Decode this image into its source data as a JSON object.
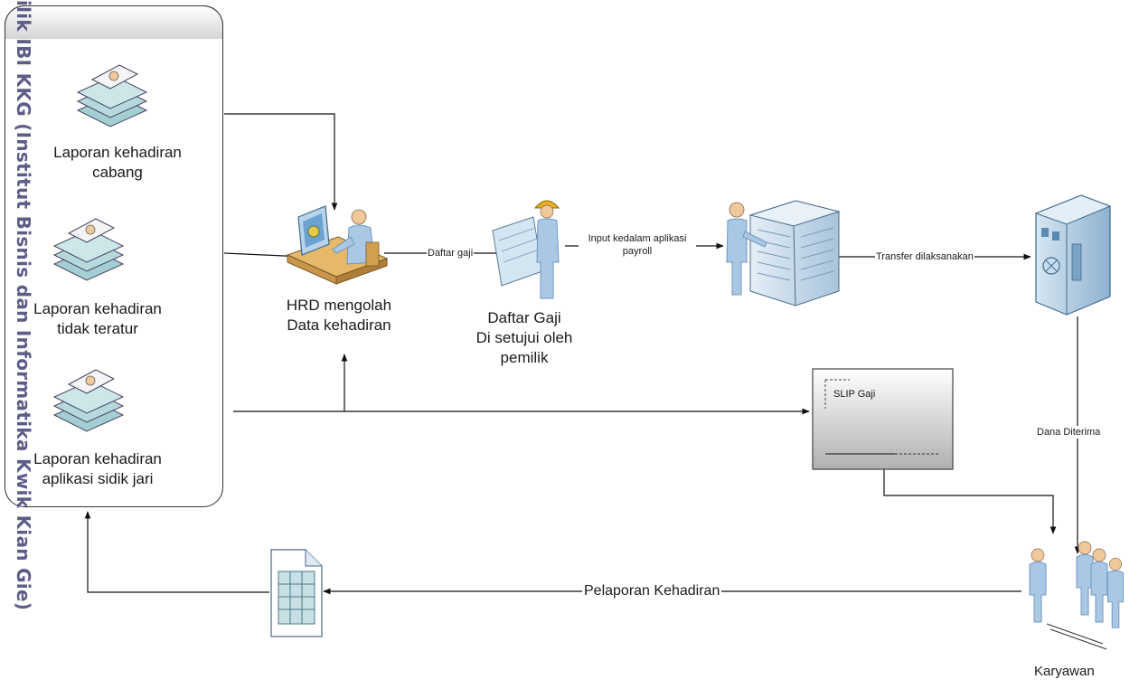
{
  "watermark": {
    "text": "ilik IBI KKG (Institut Bisnis dan Informatika Kwik Kian Gie)"
  },
  "panel": {
    "reports": [
      {
        "line1": "Laporan kehadiran",
        "line2": "cabang"
      },
      {
        "line1": "Laporan kehadiran",
        "line2": "tidak teratur"
      },
      {
        "line1": "Laporan kehadiran",
        "line2": "aplikasi sidik jari"
      }
    ]
  },
  "hrd": {
    "line1": "HRD mengolah",
    "line2": "Data kehadiran"
  },
  "approval": {
    "line1": "Daftar Gaji",
    "line2": "Di setujui oleh",
    "line3": "pemilik"
  },
  "arrows": {
    "daftar_gaji": "Daftar gaji",
    "input_line1": "Input kedalam aplikasi",
    "input_line2": "payroll",
    "transfer": "Transfer dilaksanakan",
    "dana": "Dana Diterima",
    "pelaporan": "Pelaporan Kehadiran"
  },
  "slip": {
    "title": "SLIP Gaji"
  },
  "karyawan": {
    "label": "Karyawan"
  },
  "colors": {
    "person": "#a9c8e4",
    "person_dark": "#6f98c0",
    "skin": "#f0c89c",
    "desk": "#e6b86a",
    "server": "#c9dcea",
    "bank": "#b8d2e6",
    "doc": "#c3dfe0",
    "hat": "#e8b020",
    "line": "#333333"
  }
}
